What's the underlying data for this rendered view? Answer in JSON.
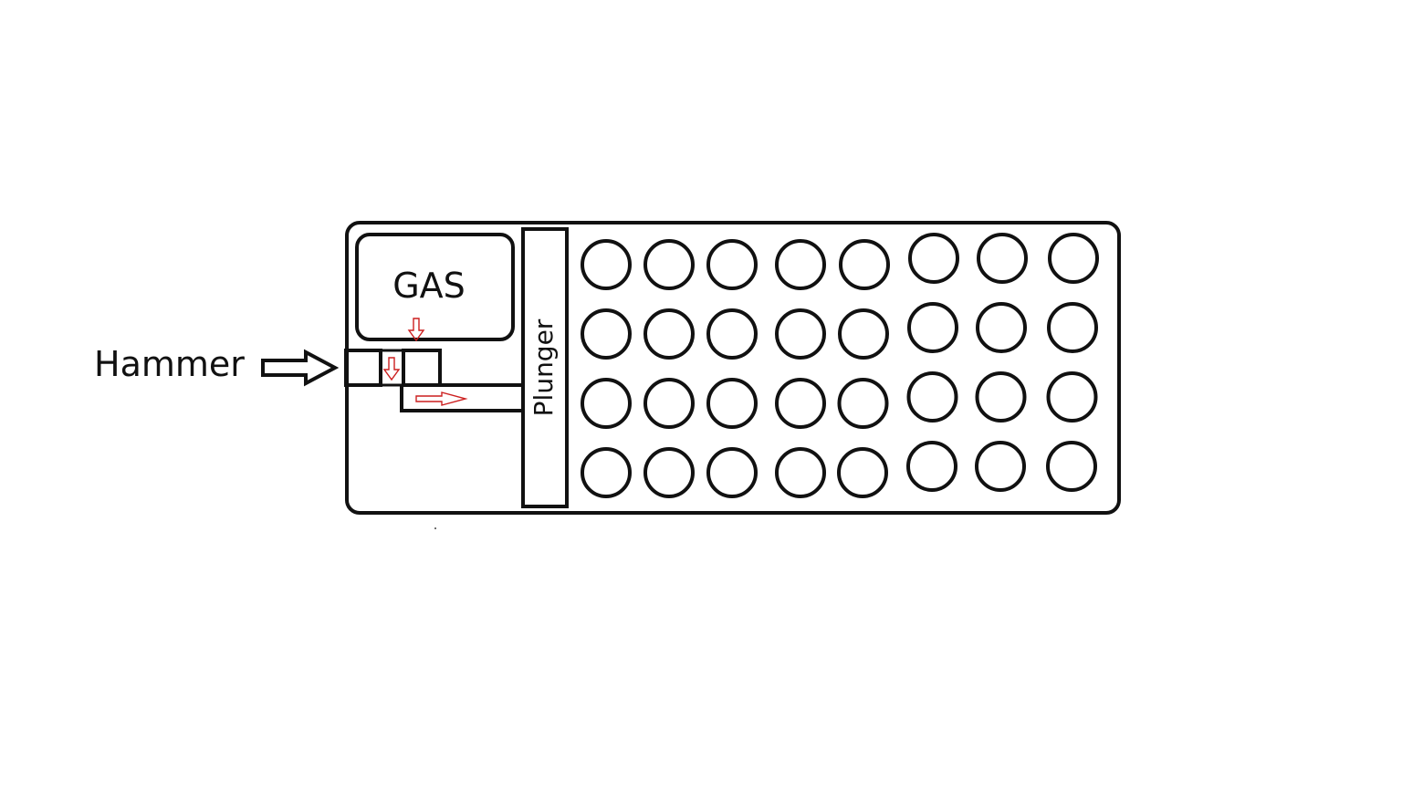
{
  "diagram": {
    "labels": {
      "gas": "GAS",
      "plunger": "Plunger",
      "hammer": "Hammer"
    },
    "colors": {
      "outline": "#111111",
      "flow_arrow": "#cc1f1f",
      "background": "#ffffff"
    },
    "pellet_grid": {
      "rows": 4,
      "columns": 8
    }
  }
}
